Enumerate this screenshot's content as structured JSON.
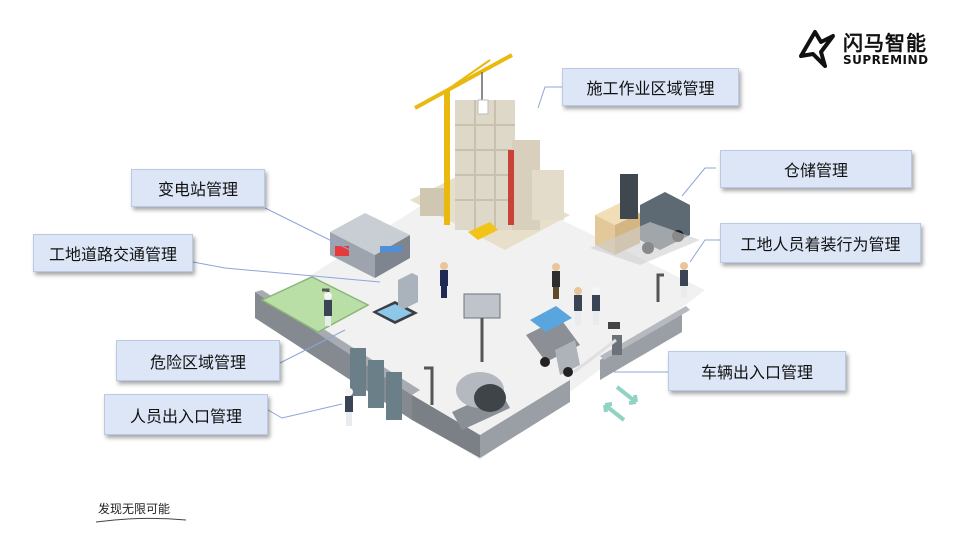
{
  "logo": {
    "name_cn": "闪马智能",
    "name_en": "SUPREMIND"
  },
  "labels": {
    "construction": "施工作业区域管理",
    "warehouse": "仓储管理",
    "substation": "变电站管理",
    "road_traffic": "工地道路交通管理",
    "worker_behavior": "工地人员着装行为管理",
    "danger_zone": "危险区域管理",
    "vehicle_gate": "车辆出入口管理",
    "personnel_gate": "人员出入口管理"
  },
  "footer": {
    "slogan": "发现无限可能"
  },
  "colors": {
    "label_bg": "#dde6f6",
    "label_border": "#b9c9e6",
    "connector": "#8fa6d8",
    "wall": "#8b8f96",
    "crane": "#f0c419"
  },
  "icons": [
    "logo-mark-icon",
    "entry-exit-arrows-icon"
  ]
}
